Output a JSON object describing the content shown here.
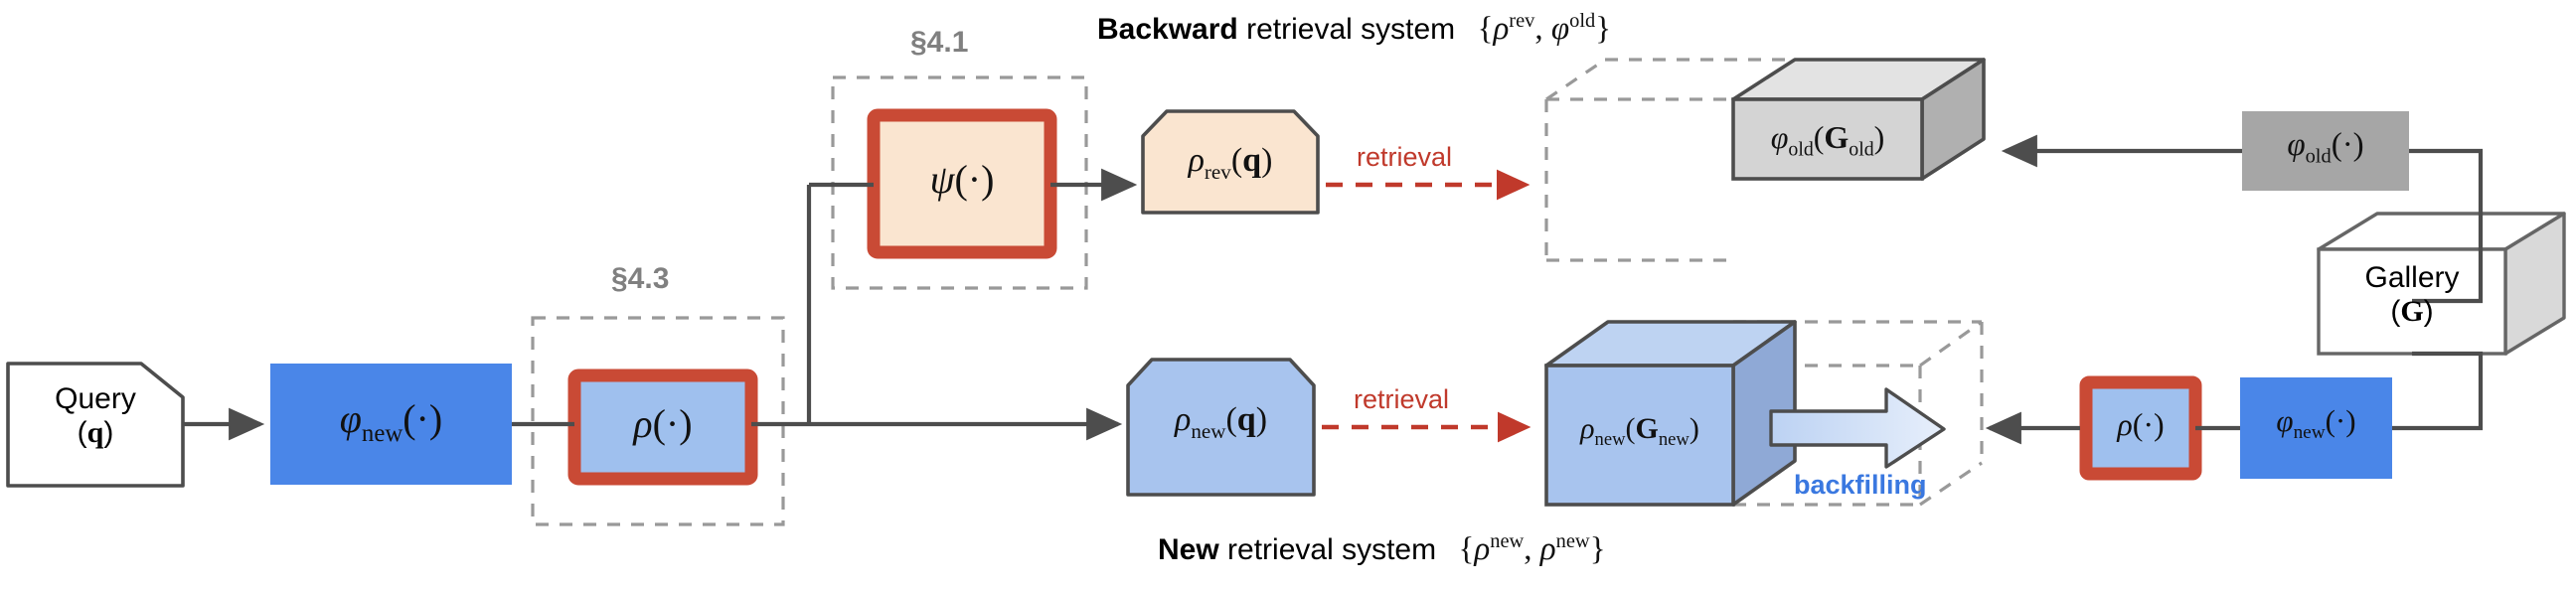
{
  "figure": {
    "title_backward": {
      "bold": "Backward",
      "rest": "retrieval system",
      "set": "{ρʳᵉᵛ, ϕᵒˡᵈ}"
    },
    "title_new": {
      "bold": "New",
      "rest": "retrieval system",
      "set": "{ρⁿᵉʷ, ρⁿᵉʷ}"
    }
  },
  "sections": {
    "psi_tag": "§4.1",
    "rho_tag": "§4.3"
  },
  "nodes": {
    "query": {
      "line1": "Query",
      "line2": "(q)"
    },
    "phi_new_left": "ϕnew(·)",
    "rho_left": "ρ(·)",
    "psi": "ψ(·)",
    "rho_rev_q": "ρrev(q)",
    "rho_new_q": "ρnew(q)",
    "cube_old": "ϕold(Gold)",
    "cube_new": "ρnew(Gnew)",
    "phi_old_right": "ϕold(·)",
    "gallery": {
      "line1": "Gallery",
      "line2": "(G)"
    },
    "rho_right": "ρ(·)",
    "phi_new_right": "ϕnew(·)"
  },
  "edge_labels": {
    "retrieval_top": "retrieval",
    "retrieval_bottom": "retrieval",
    "backfilling": "backfilling"
  },
  "colors": {
    "blue_strong": "#4a86e8",
    "blue_light": "#9fc0ee",
    "cream": "#fae5d0",
    "red_border": "#c94a35",
    "gray_box": "#a6a6a6",
    "gray_cube_front": "#d4d4d4",
    "gray_cube_top": "#e3e3e3",
    "gray_cube_side": "#b0b0b0",
    "blue_cube_front": "#a8c4ee",
    "blue_cube_top": "#bed3f2",
    "blue_cube_side": "#8fa9d6",
    "retrieval_red": "#c0392b",
    "backfilling_blue": "#3a78e0",
    "stroke_dark": "#4d4d4d",
    "dashed_gray": "#999999",
    "section_gray": "#808080"
  }
}
